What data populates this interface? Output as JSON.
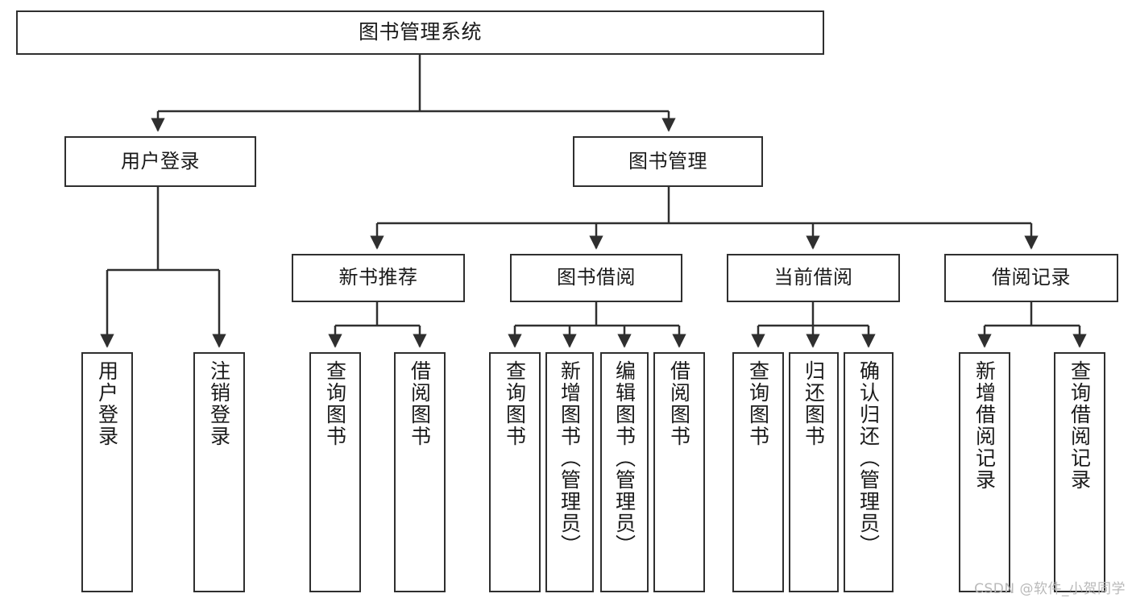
{
  "diagram": {
    "type": "tree-hierarchy-chart",
    "title_node": {
      "label": "图书管理系统"
    },
    "level2": [
      {
        "id": "user-login",
        "label": "用户登录"
      },
      {
        "id": "book-management",
        "label": "图书管理"
      }
    ],
    "level3": [
      {
        "id": "new-book-recommend",
        "label": "新书推荐"
      },
      {
        "id": "book-borrow",
        "label": "图书借阅"
      },
      {
        "id": "current-borrow",
        "label": "当前借阅"
      },
      {
        "id": "borrow-record",
        "label": "借阅记录"
      }
    ],
    "leaves": [
      {
        "id": "leaf-user-login",
        "label": "用户登录",
        "parent": "user-login"
      },
      {
        "id": "leaf-logout-login",
        "label": "注销登录",
        "parent": "user-login"
      },
      {
        "id": "leaf-query-book-1",
        "label": "查询图书",
        "parent": "new-book-recommend"
      },
      {
        "id": "leaf-borrow-book-1",
        "label": "借阅图书",
        "parent": "new-book-recommend"
      },
      {
        "id": "leaf-query-book-2",
        "label": "查询图书",
        "parent": "book-borrow"
      },
      {
        "id": "leaf-add-book",
        "label": "新增图书（管理员）",
        "parent": "book-borrow"
      },
      {
        "id": "leaf-edit-book",
        "label": "编辑图书（管理员）",
        "parent": "book-borrow"
      },
      {
        "id": "leaf-borrow-book-2",
        "label": "借阅图书",
        "parent": "book-borrow"
      },
      {
        "id": "leaf-query-book-3",
        "label": "查询图书",
        "parent": "current-borrow"
      },
      {
        "id": "leaf-return-book",
        "label": "归还图书",
        "parent": "current-borrow"
      },
      {
        "id": "leaf-confirm-return",
        "label": "确认归还（管理员）",
        "parent": "current-borrow"
      },
      {
        "id": "leaf-add-record",
        "label": "新增借阅记录",
        "parent": "borrow-record"
      },
      {
        "id": "leaf-query-record",
        "label": "查询借阅记录",
        "parent": "borrow-record"
      }
    ],
    "colors": {
      "stroke": "#2f2f2f",
      "fill": "#ffffff",
      "text": "#1a1a1a",
      "watermark": "#b9b9b9"
    }
  },
  "watermark": {
    "text": "CSDN @软件_小贺同学"
  }
}
